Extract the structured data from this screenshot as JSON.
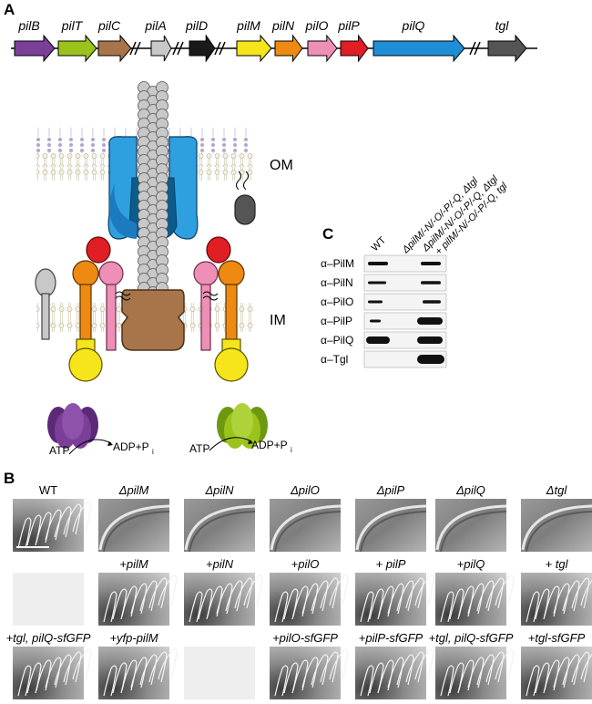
{
  "panels": {
    "a": "A",
    "b": "B",
    "c": "C"
  },
  "genes": [
    {
      "name": "pilB",
      "color": "#7B3F99"
    },
    {
      "name": "pilT",
      "color": "#9BC31C"
    },
    {
      "name": "pilC",
      "color": "#A8744A"
    },
    {
      "name": "pilA",
      "color": "#C8C8C8"
    },
    {
      "name": "pilD",
      "color": "#1A1A1A"
    },
    {
      "name": "pilM",
      "color": "#F5E51A"
    },
    {
      "name": "pilN",
      "color": "#EE8A12"
    },
    {
      "name": "pilO",
      "color": "#EE8FB8"
    },
    {
      "name": "pilP",
      "color": "#E01E24"
    },
    {
      "name": "pilQ",
      "color": "#1E8FD6"
    },
    {
      "name": "tgl",
      "color": "#555555"
    }
  ],
  "membranes": {
    "om": "OM",
    "im": "IM"
  },
  "atpase": {
    "substrate": "ATP",
    "product": "ADP+P",
    "product_sub": "i"
  },
  "blot": {
    "columns": [
      "WT",
      "ΔpilM/-N/-O/-P/-Q, Δtgl",
      "ΔpilM/-N/-O/-P/-Q, Δtgl",
      "+ pilM/-N/-O/-P/-Q, tgl"
    ],
    "rows": [
      "α–PilM",
      "α–PilN",
      "α–PilO",
      "α–PilP",
      "α–PilQ",
      "α–Tgl"
    ]
  },
  "motility": {
    "row1": [
      "WT",
      "ΔpilM",
      "ΔpilN",
      "ΔpilO",
      "ΔpilP",
      "ΔpilQ",
      "Δtgl"
    ],
    "row2": [
      "",
      "+pilM",
      "+pilN",
      "+pilO",
      "+ pilP",
      "+pilQ",
      "+ tgl"
    ],
    "row3": [
      "+tgl, pilQ-sfGFP",
      "+yfp-pilM",
      "",
      "+pilO-sfGFP",
      "+pilP-sfGFP",
      "+tgl, pilQ-sfGFP",
      "+tgl-sfGFP"
    ]
  },
  "colors": {
    "secretin": "#2E9FDF",
    "secretin_dark": "#0B5C8C",
    "platform": "#A8744A",
    "pilus": "#C8C8C8",
    "outer_membrane": "#F0EBDD"
  }
}
